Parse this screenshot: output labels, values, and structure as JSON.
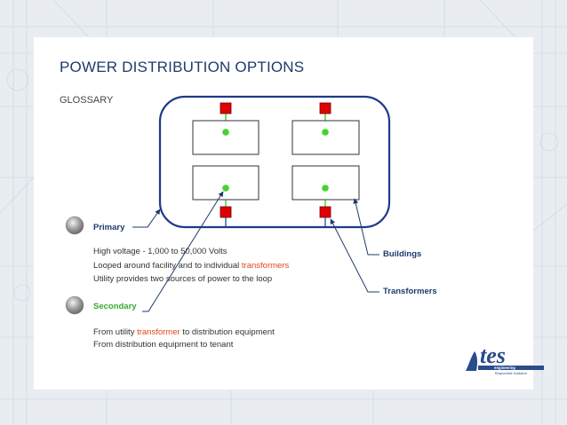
{
  "slide": {
    "title": "POWER DISTRIBUTION OPTIONS",
    "subtitle": "GLOSSARY"
  },
  "labels": {
    "primary": "Primary",
    "secondary": "Secondary",
    "buildings": "Buildings",
    "transformers": "Transformers"
  },
  "primary_text": {
    "line1": "High voltage - 1,000 to 50,000 Volts",
    "line2_before": "Looped around facility and to individual ",
    "line2_highlight": "transformers",
    "line3": "Utility provides two sources of power to the loop"
  },
  "secondary_text": {
    "line1_before": "From utility ",
    "line1_highlight": "transformer",
    "line1_after": " to distribution equipment",
    "line2": "From distribution equipment to tenant"
  },
  "logo": {
    "text": "tes",
    "subtext": "engineering",
    "tagline": "Responsible Guidance"
  },
  "colors": {
    "title": "#1f3a6b",
    "loop": "#1f3a8a",
    "secondary": "#3aa830",
    "transformer": "#e00000",
    "highlight": "#e0451b"
  }
}
